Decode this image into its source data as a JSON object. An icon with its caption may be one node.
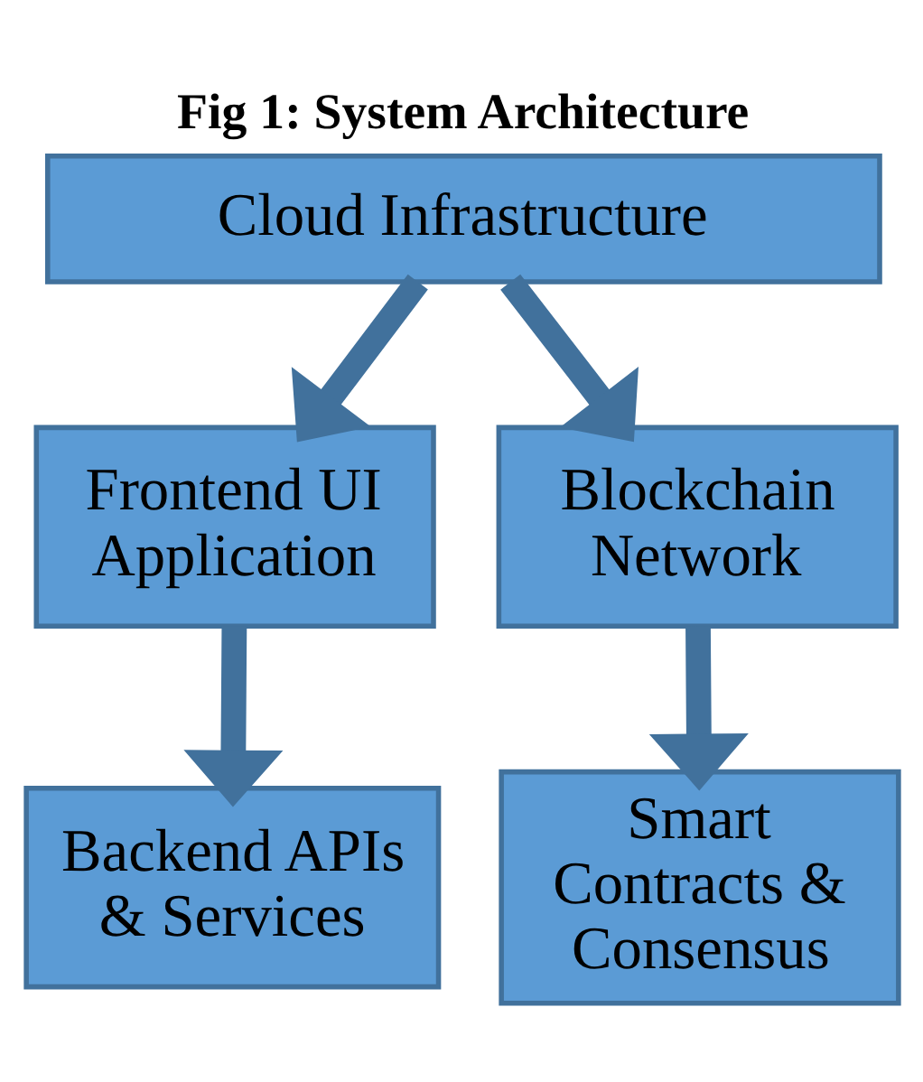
{
  "diagram": {
    "title": "Fig 1: System Architecture",
    "nodes": [
      {
        "text": [
          "Cloud Infrastructure"
        ]
      },
      {
        "text": [
          "Frontend UI Application"
        ]
      },
      {
        "text": [
          "Blockchain Network"
        ]
      },
      {
        "text": [
          "Backend APIs & Services"
        ]
      },
      {
        "text": [
          "Smart Contracts & Consensus"
        ]
      }
    ],
    "edges": [
      {
        "from": 0,
        "to": 1,
        "arrow": "to"
      },
      {
        "from": 0,
        "to": 2,
        "arrow": "to"
      },
      {
        "from": 1,
        "to": 3,
        "arrow": "to"
      },
      {
        "from": 2,
        "to": 4,
        "arrow": "to"
      }
    ]
  }
}
